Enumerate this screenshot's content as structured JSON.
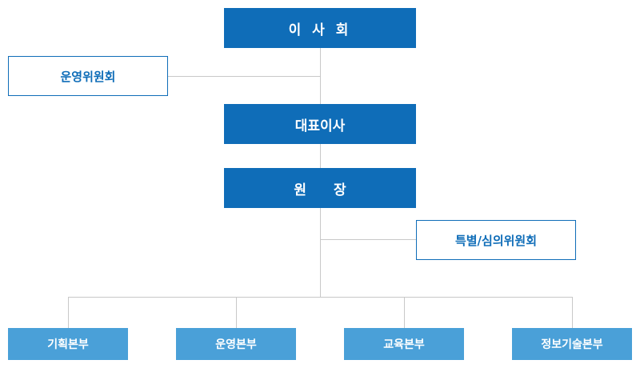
{
  "org_chart": {
    "board": "이 사 회",
    "operating_committee": "운영위원회",
    "ceo": "대표이사",
    "director": "원 장",
    "special_committee": "특별/심의위원회",
    "departments": [
      {
        "label": "기획본부"
      },
      {
        "label": "운영본부"
      },
      {
        "label": "교육본부"
      },
      {
        "label": "정보기술본부"
      }
    ]
  },
  "colors": {
    "primary": "#0f6db8",
    "department": "#4aa0d8",
    "connector": "#c8c8c8"
  }
}
